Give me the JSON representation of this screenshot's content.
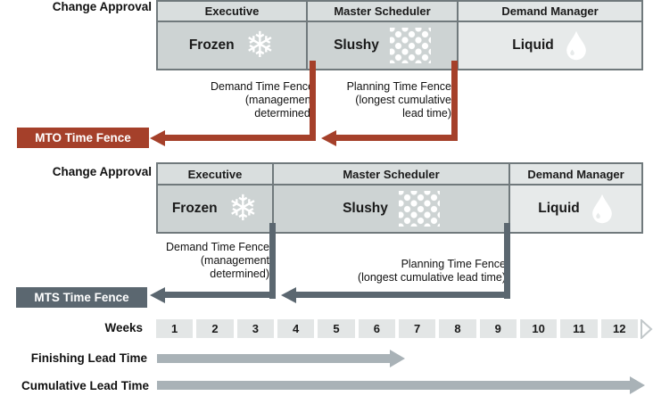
{
  "palette": {
    "mto_accent": "#A5402A",
    "mts_accent": "#5B6770",
    "header_fill": "#D9DEDE",
    "zone_fill": "#CDD3D3",
    "liquid_fill": "#E7EAEA",
    "week_fill": "#E3E6E6",
    "bar_fill": "#A9B2B7",
    "table_border": "#70797C"
  },
  "mto": {
    "change_approval_label": "Change Approval",
    "columns": [
      {
        "role": "Executive",
        "zone": "Frozen",
        "icon": "snowflake-icon"
      },
      {
        "role": "Master Scheduler",
        "zone": "Slushy",
        "icon": "slush-dots-icon"
      },
      {
        "role": "Demand Manager",
        "zone": "Liquid",
        "icon": "droplet-icon"
      }
    ],
    "demand_fence_lines": [
      "Demand Time Fence",
      "(management",
      "determined)"
    ],
    "planning_fence_lines": [
      "Planning Time Fence",
      "(longest cumulative",
      "lead time)"
    ],
    "badge_label": "MTO Time Fence"
  },
  "mts": {
    "change_approval_label": "Change Approval",
    "columns": [
      {
        "role": "Executive",
        "zone": "Frozen",
        "icon": "snowflake-icon"
      },
      {
        "role": "Master Scheduler",
        "zone": "Slushy",
        "icon": "slush-dots-icon"
      },
      {
        "role": "Demand Manager",
        "zone": "Liquid",
        "icon": "droplet-icon"
      }
    ],
    "demand_fence_lines": [
      "Demand Time Fence",
      "(management",
      "determined)"
    ],
    "planning_fence_lines": [
      "Planning Time Fence",
      "(longest cumulative lead time)"
    ],
    "badge_label": "MTS Time Fence"
  },
  "timeline": {
    "weeks_label": "Weeks",
    "weeks": [
      "1",
      "2",
      "3",
      "4",
      "5",
      "6",
      "7",
      "8",
      "9",
      "10",
      "11",
      "12"
    ],
    "finishing_label": "Finishing Lead Time",
    "cumulative_label": "Cumulative Lead Time"
  }
}
